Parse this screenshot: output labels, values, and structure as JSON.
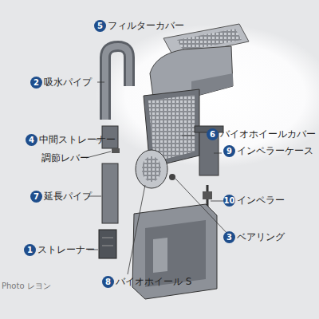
{
  "diagram": {
    "nodes": [
      {
        "text": [
          "5",
          "フィルターカバー"
        ]
      },
      {
        "text": [
          "2",
          "吸水パイプ"
        ]
      },
      {
        "text": [
          "6",
          "バイオホイールカバー"
        ]
      },
      {
        "text": [
          "4",
          "中間ストレーナー"
        ]
      },
      {
        "text": [
          "9",
          "インペラーケース"
        ]
      },
      {
        "text": [
          "7",
          "延長パイプ"
        ]
      },
      {
        "text": [
          "10",
          "インペラー"
        ]
      },
      {
        "text": [
          "3",
          "ベアリング"
        ]
      },
      {
        "text": [
          "1",
          "ストレーナー"
        ]
      },
      {
        "text": [
          "8",
          "バイオホイール S"
        ]
      }
    ],
    "labels": [
      "調節レバー",
      "Photo レヨン"
    ]
  }
}
